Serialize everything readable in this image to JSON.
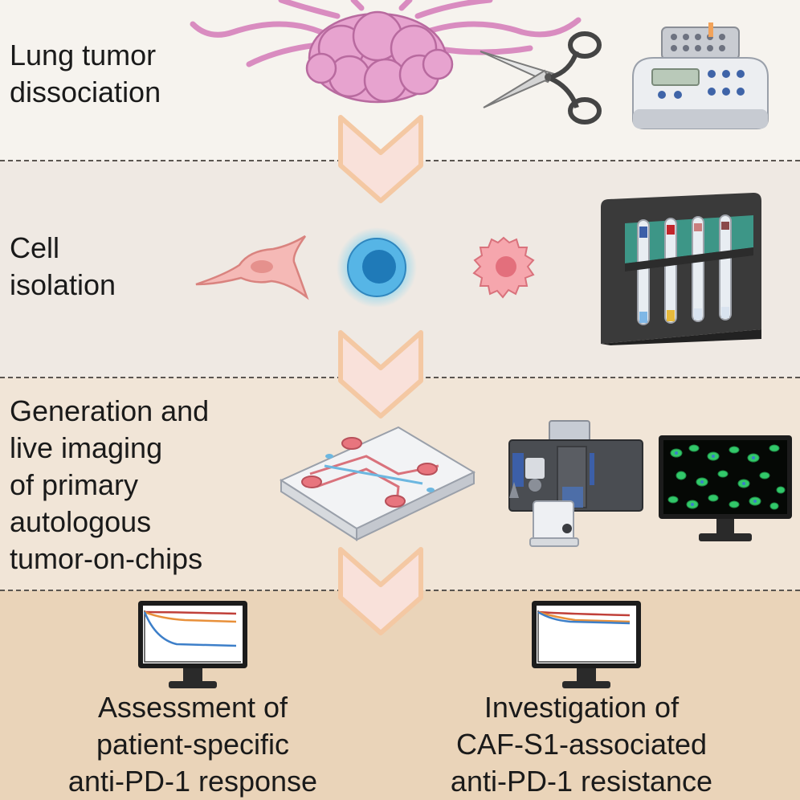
{
  "steps": [
    {
      "label": "Lung tumor\ndissociation"
    },
    {
      "label": "Cell\nisolation"
    },
    {
      "label": "Generation and\nlive imaging\nof primary\nautologous\ntumor-on-chips"
    }
  ],
  "outcomes": [
    {
      "label": "Assessment of\npatient-specific\nanti-PD-1 response"
    },
    {
      "label": "Investigation of\nCAF-S1-associated\nanti-PD-1 resistance"
    }
  ],
  "colors": {
    "band1": "#f6f3ee",
    "band2": "#efe9e3",
    "band3": "#f1e5d7",
    "band4": "#ead4b9",
    "arrow_fill": "#f9e1da",
    "arrow_stroke": "#f4c8a3",
    "tumor": "#e7a3cf",
    "curve_red": "#c0403a",
    "curve_orange": "#e8903a",
    "curve_blue": "#3d7fc9"
  },
  "icons": [
    "tumor-icon",
    "scissors-icon",
    "thermomixer-icon",
    "fibroblast-icon",
    "immune-cell-icon",
    "tumor-cell-icon",
    "tube-rack-icon",
    "microfluidic-chip-icon",
    "microscope-icon",
    "fluorescence-monitor-icon",
    "response-chart-monitor-icon"
  ]
}
